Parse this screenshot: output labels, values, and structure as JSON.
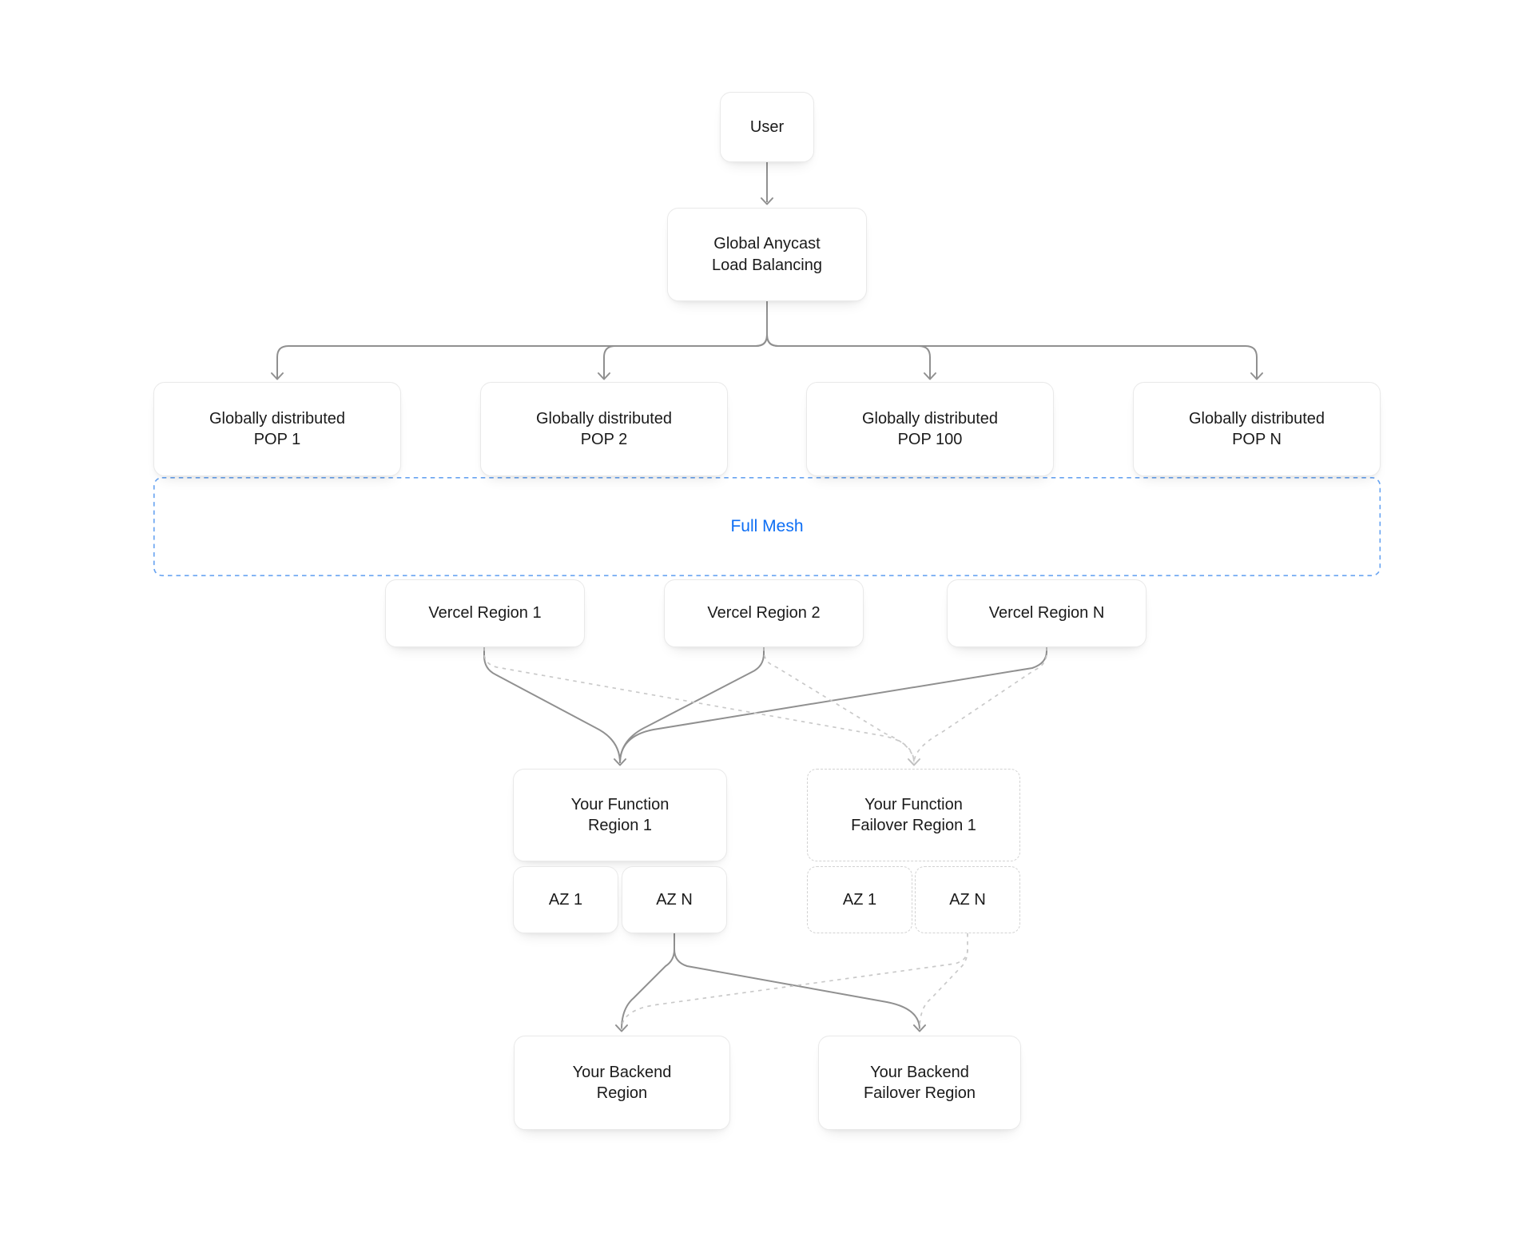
{
  "nodes": {
    "user": {
      "label": "User"
    },
    "load_balancer": {
      "label": "Global Anycast\nLoad Balancing"
    },
    "pop1": {
      "label": "Globally distributed\nPOP 1"
    },
    "pop2": {
      "label": "Globally distributed\nPOP 2"
    },
    "pop100": {
      "label": "Globally distributed\nPOP 100"
    },
    "popn": {
      "label": "Globally distributed\nPOP N"
    },
    "full_mesh": {
      "label": "Full Mesh"
    },
    "vercel_region_1": {
      "label": "Vercel Region 1"
    },
    "vercel_region_2": {
      "label": "Vercel Region 2"
    },
    "vercel_region_n": {
      "label": "Vercel Region N"
    },
    "function_region_1": {
      "label": "Your Function\nRegion 1"
    },
    "function_failover_region_1": {
      "label": "Your Function\nFailover Region 1"
    },
    "function_region_1_az1": {
      "label": "AZ 1"
    },
    "function_region_1_azn": {
      "label": "AZ N"
    },
    "function_failover_az1": {
      "label": "AZ 1"
    },
    "function_failover_azn": {
      "label": "AZ N"
    },
    "backend_region": {
      "label": "Your Backend\nRegion"
    },
    "backend_failover_region": {
      "label": "Your Backend\nFailover Region"
    }
  },
  "colors": {
    "background": "#ffffff",
    "text": "#1a1a1a",
    "box_border": "#e9e9e9",
    "failover_border": "#d2d2d2",
    "connector_solid": "#909090",
    "connector_dashed": "#c9c9c9",
    "mesh_border": "#67a3f1",
    "accent_blue": "#0d6ef4"
  }
}
